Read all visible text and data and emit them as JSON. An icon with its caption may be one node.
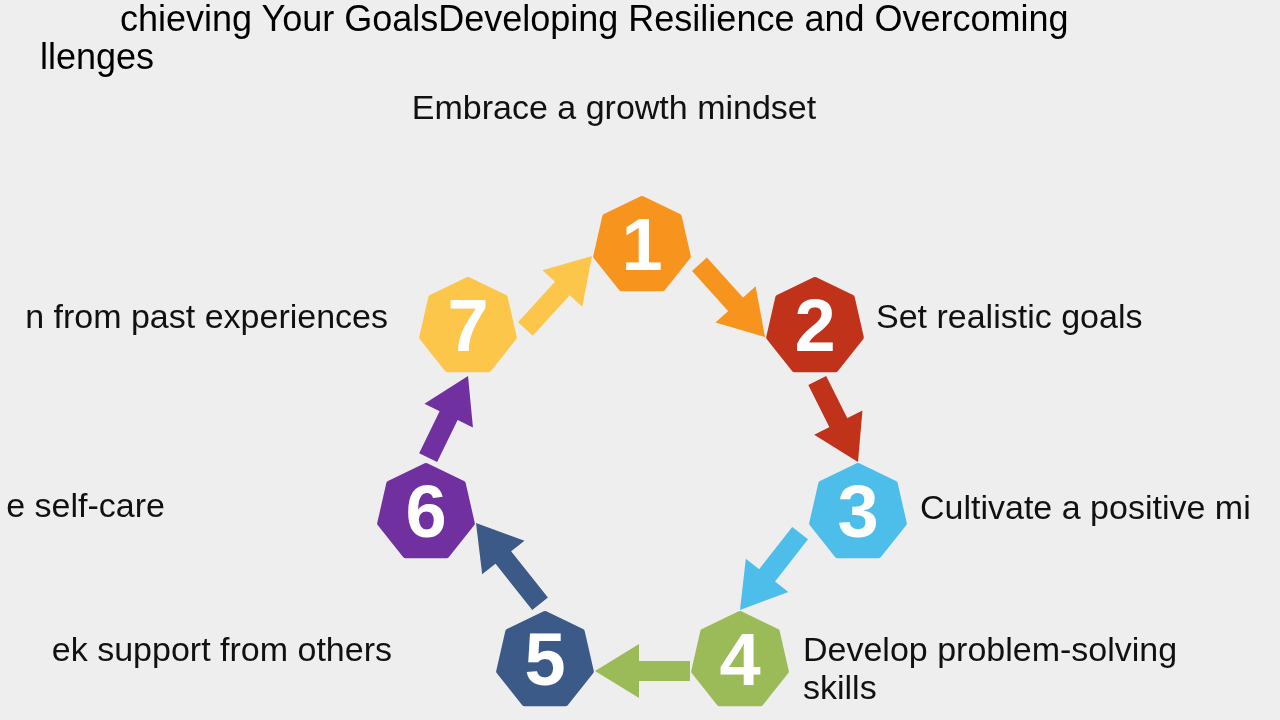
{
  "diagram": {
    "title": "chieving Your GoalsDeveloping Resilience and Overcoming llenges",
    "nodes": [
      {
        "text": [
          "1"
        ],
        "beside": [
          "Embrace a growth mindset"
        ]
      },
      {
        "text": [
          "2"
        ],
        "beside": [
          "Set realistic goals"
        ]
      },
      {
        "text": [
          "3"
        ],
        "beside": [
          "Cultivate a positive mi"
        ]
      },
      {
        "text": [
          "4"
        ],
        "beside": [
          "Develop problem-solving skills"
        ]
      },
      {
        "text": [
          "5"
        ],
        "beside": [
          "ek support from others"
        ]
      },
      {
        "text": [
          "6"
        ]
      },
      {
        "text": [
          "7"
        ],
        "beside": [
          "n from past experiences"
        ]
      }
    ],
    "edges": [
      {
        "from": 0,
        "to": 1,
        "arrow": "to",
        "color": "#f7941d"
      },
      {
        "from": 1,
        "to": 2,
        "arrow": "to",
        "color": "#c1321b"
      },
      {
        "from": 2,
        "to": 3,
        "arrow": "to",
        "color": "#4dbde9"
      },
      {
        "from": 3,
        "to": 4,
        "arrow": "to",
        "color": "#9bbb59"
      },
      {
        "from": 4,
        "to": 5,
        "arrow": "to",
        "color": "#3b5a87"
      },
      {
        "from": 5,
        "to": 6,
        "arrow": "to",
        "color": "#7030a0"
      },
      {
        "from": 6,
        "to": 0,
        "arrow": "to",
        "color": "#fcc64a"
      }
    ],
    "labels": [
      "e self-care"
    ]
  }
}
